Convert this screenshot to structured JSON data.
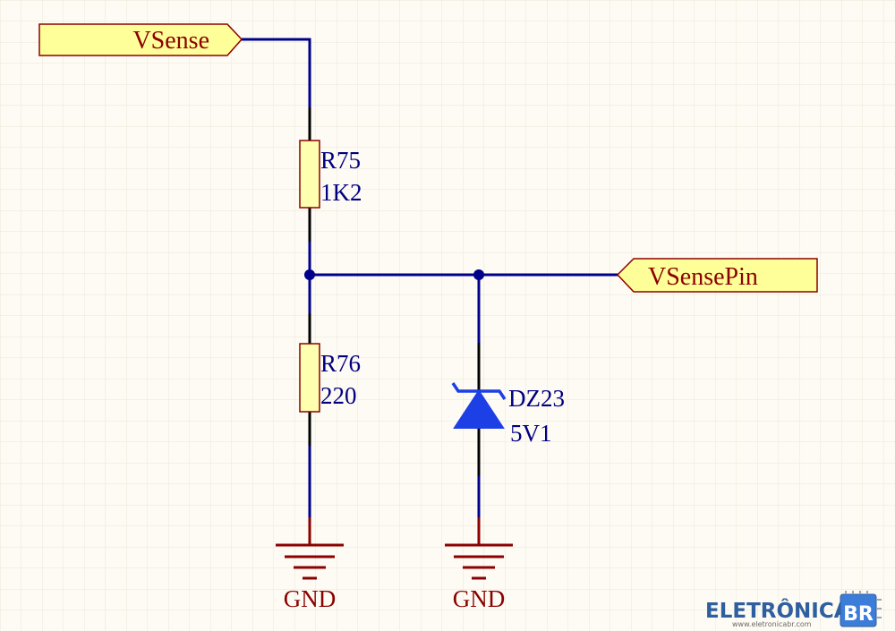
{
  "ports": {
    "vsense": "VSense",
    "vsensepin": "VSensePin"
  },
  "components": {
    "r75": {
      "designator": "R75",
      "value": "1K2"
    },
    "r76": {
      "designator": "R76",
      "value": "220"
    },
    "dz23": {
      "designator": "DZ23",
      "value": "5V1"
    }
  },
  "power": {
    "gnd_left": "GND",
    "gnd_right": "GND"
  },
  "watermark": {
    "brand": "ELETRÔNICA",
    "badge": "BR",
    "url": "www.eletronicabr.com"
  },
  "colors": {
    "background": "#fdfbf3",
    "grid": "#ece7d8",
    "wire": "#00008b",
    "component_outline": "#8b0000",
    "port_fill": "#ffff99",
    "port_text": "#8b0000",
    "designator_text": "#000080",
    "diode_fill": "#1c3fe6",
    "gnd_color": "#8b0000",
    "watermark_blue": "#2f5f9e"
  }
}
